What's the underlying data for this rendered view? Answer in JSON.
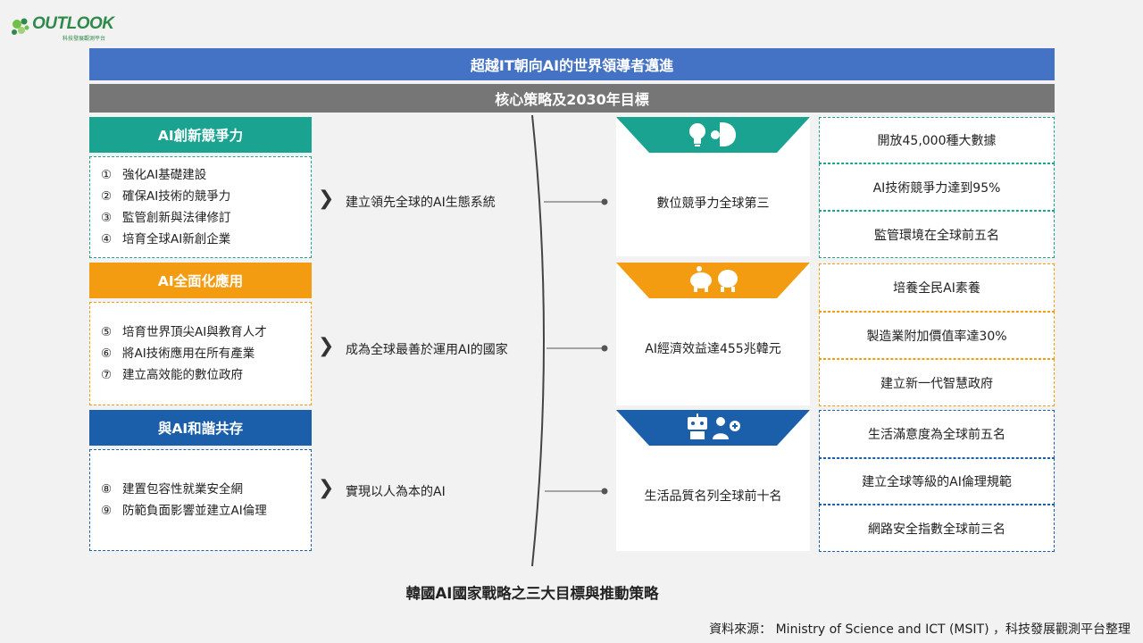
{
  "logo": {
    "word": "OUTLOOK",
    "sub": "科技發展觀測平台"
  },
  "banner_top": "超越IT朝向AI的世界領導者邁進",
  "banner_sub": "核心策略及2030年目標",
  "categories": [
    {
      "title": "AI創新競爭力",
      "items": [
        {
          "num": "①",
          "text": "強化AI基礎建設"
        },
        {
          "num": "②",
          "text": "確保AI技術的競爭力"
        },
        {
          "num": "③",
          "text": "監管創新與法律修訂"
        },
        {
          "num": "④",
          "text": "培育全球AI新創企業"
        }
      ],
      "goal": "建立領先全球的AI生態系統",
      "target": "數位競爭力全球第三",
      "kpis": [
        "開放45,000種大數據",
        "AI技術競爭力達到95%",
        "監管環境在全球前五名"
      ]
    },
    {
      "title": "AI全面化應用",
      "items": [
        {
          "num": "⑤",
          "text": "培育世界頂尖AI與教育人才"
        },
        {
          "num": "⑥",
          "text": "將AI技術應用在所有產業"
        },
        {
          "num": "⑦",
          "text": "建立高效能的數位政府"
        }
      ],
      "goal": "成為全球最善於運用AI的國家",
      "target": "AI經濟效益達455兆韓元",
      "kpis": [
        "培養全民AI素養",
        "製造業附加價值率達30%",
        "建立新一代智慧政府"
      ]
    },
    {
      "title": "與AI和諧共存",
      "items": [
        {
          "num": "⑧",
          "text": "建置包容性就業安全網"
        },
        {
          "num": "⑨",
          "text": "防範負面影響並建立AI倫理"
        }
      ],
      "goal": "實現以人為本的AI",
      "target": "生活品質名列全球前十名",
      "kpis": [
        "生活滿意度為全球前五名",
        "建立全球等級的AI倫理規範",
        "網路安全指數全球前三名"
      ]
    }
  ],
  "chevron": "❯",
  "caption": "韓國AI國家戰略之三大目標與推動策略",
  "source": "資料來源： Ministry of Science and ICT (MSIT) ，科技發展觀測平台整理",
  "colors": {
    "blue_banner": "#4472c4",
    "gray_banner": "#767676",
    "teal": "#1aa391",
    "orange": "#f39c12",
    "blue": "#1b5faa"
  },
  "icons": [
    "lightbulb-icon",
    "brain-icon",
    "piggy-bank-icon",
    "coins-icon",
    "robot-icon",
    "person-plus-icon"
  ]
}
